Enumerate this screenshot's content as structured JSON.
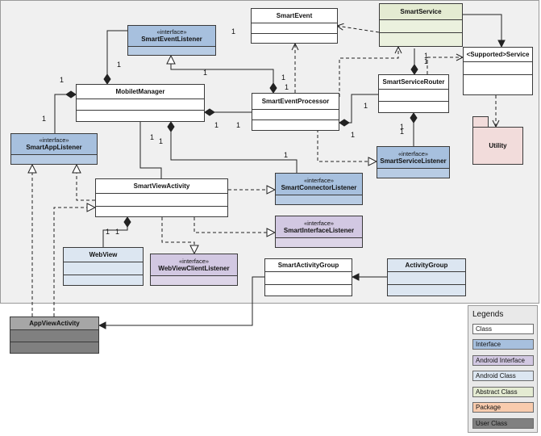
{
  "classes": {
    "smart_event": {
      "name": "SmartEvent"
    },
    "smart_service": {
      "name": "SmartService"
    },
    "smart_event_listener": {
      "stereotype": "«interface»",
      "name": "SmartEventListener"
    },
    "mobilet_manager": {
      "name": "MobiletManager"
    },
    "smart_event_processor": {
      "name": "SmartEventProcessor"
    },
    "smart_service_router": {
      "name": "SmartServiceRouter"
    },
    "supported_service": {
      "name": "<Supported>Service"
    },
    "utility": {
      "name": "Utility"
    },
    "smart_app_listener": {
      "stereotype": "«interface»",
      "name": "SmartAppListener"
    },
    "smart_service_listener": {
      "stereotype": "«interface»",
      "name": "SmartServiceListener"
    },
    "smart_view_activity": {
      "name": "SmartViewActivity"
    },
    "smart_connector_listener": {
      "stereotype": "«interface»",
      "name": "SmartConnectorListener"
    },
    "smart_interface_listener": {
      "stereotype": "«interface»",
      "name": "SmartInterfaceListener"
    },
    "webview": {
      "name": "WebView"
    },
    "webview_client_listener": {
      "stereotype": "«interface»",
      "name": "WebViewClientListener"
    },
    "smart_activity_group": {
      "name": "SmartActivityGroup"
    },
    "activity_group": {
      "name": "ActivityGroup"
    },
    "app_view_activity": {
      "name": "AppViewActivity"
    }
  },
  "multiplicity": "1",
  "legend": {
    "title": "Legends",
    "items": [
      {
        "label": "Class",
        "color": "#ffffff"
      },
      {
        "label": "Interface",
        "color": "#a7c0de"
      },
      {
        "label": "Android Interface",
        "color": "#d2c8e2"
      },
      {
        "label": "Android Class",
        "color": "#dce6f1"
      },
      {
        "label": "Abstract Class",
        "color": "#e4ebd2"
      },
      {
        "label": "Package",
        "color": "#f8cbad"
      },
      {
        "label": "User Class",
        "color": "#808080"
      }
    ]
  }
}
